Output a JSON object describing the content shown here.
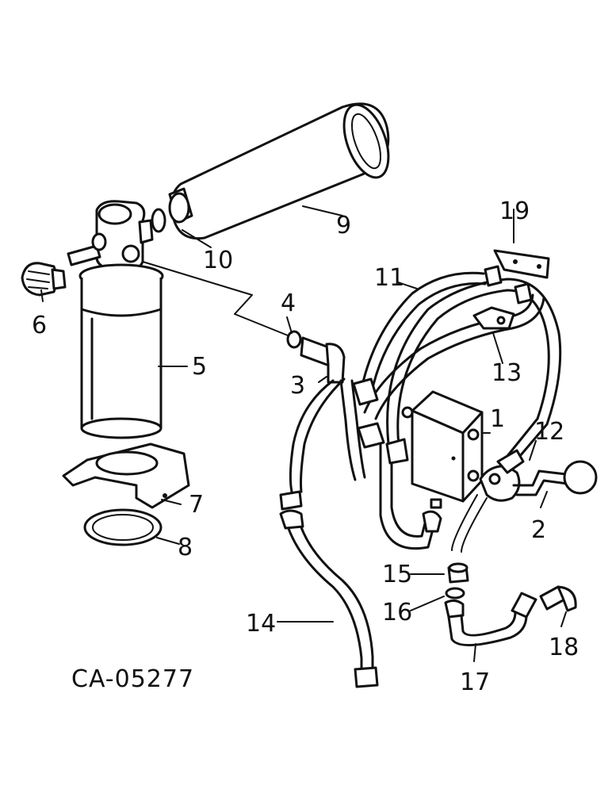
{
  "diagram_code": "CA-05277",
  "callouts": [
    "1",
    "2",
    "3",
    "4",
    "5",
    "6",
    "7",
    "8",
    "9",
    "10",
    "11",
    "12",
    "13",
    "14",
    "15",
    "16",
    "17",
    "18",
    "19"
  ]
}
